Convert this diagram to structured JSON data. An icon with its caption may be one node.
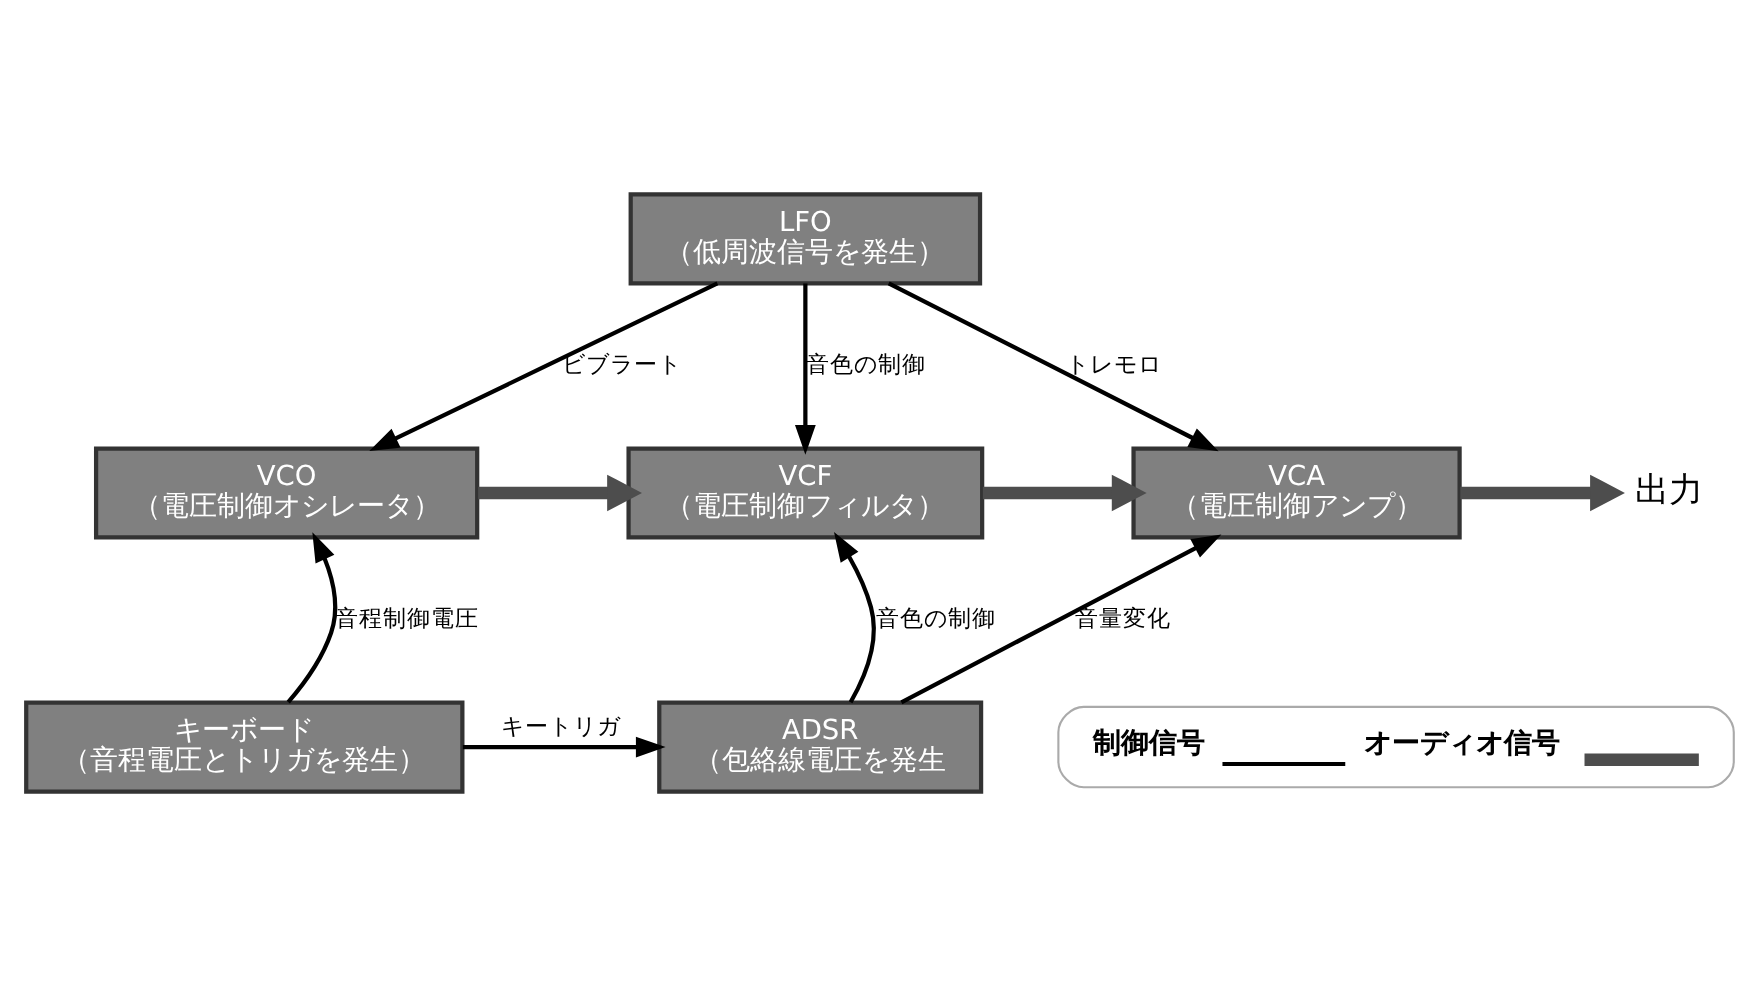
{
  "diagram": {
    "nodes": [
      {
        "text": [
          "LFO",
          "（低周波信号を発生）"
        ]
      },
      {
        "text": [
          "VCO",
          "（電圧制御オシレータ）"
        ]
      },
      {
        "text": [
          "VCF",
          "（電圧制御フィルタ）"
        ]
      },
      {
        "text": [
          "VCA",
          "（電圧制御アンプ）"
        ]
      },
      {
        "text": [
          "出力"
        ]
      },
      {
        "text": [
          "キーボード",
          "（音程電圧とトリガを発生）"
        ]
      },
      {
        "text": [
          "ADSR",
          "（包絡線電圧を発生"
        ]
      }
    ],
    "edges": [
      {
        "from": 0,
        "to": 1,
        "arrow": "to",
        "label": "ビブラート"
      },
      {
        "from": 0,
        "to": 2,
        "arrow": "to",
        "label": "音色の制御"
      },
      {
        "from": 0,
        "to": 3,
        "arrow": "to",
        "label": "トレモロ"
      },
      {
        "from": 1,
        "to": 2,
        "arrow": "to",
        "style": "thick",
        "color": "#4d4d4d"
      },
      {
        "from": 2,
        "to": 3,
        "arrow": "to",
        "style": "thick",
        "color": "#4d4d4d"
      },
      {
        "from": 3,
        "to": 4,
        "arrow": "to",
        "style": "thick",
        "color": "#4d4d4d"
      },
      {
        "from": 5,
        "to": 1,
        "arrow": "to",
        "label": "音程制御電圧"
      },
      {
        "from": 5,
        "to": 6,
        "arrow": "to",
        "label": "キートリガ"
      },
      {
        "from": 6,
        "to": 2,
        "arrow": "to",
        "label": "音色の制御"
      },
      {
        "from": 6,
        "to": 3,
        "arrow": "to",
        "label": "音量変化"
      }
    ],
    "legend": [
      {
        "text": "制御信号"
      },
      {
        "text": "オーディオ信号"
      }
    ]
  }
}
